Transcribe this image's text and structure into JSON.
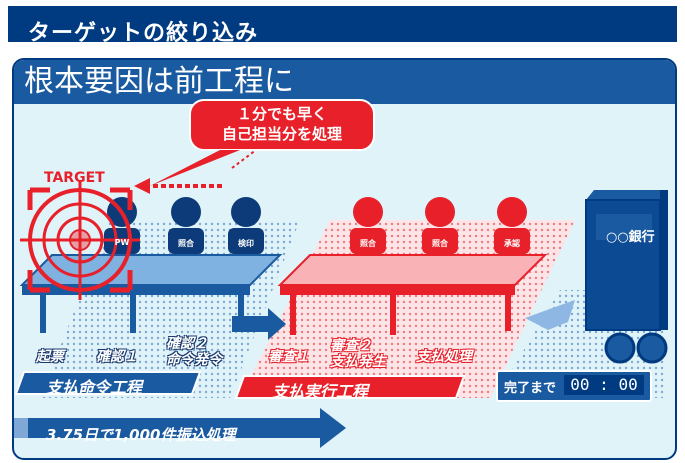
{
  "header": {
    "title": "ターゲットの絞り込み"
  },
  "panel": {
    "title": "根本要因は前工程に"
  },
  "callout": {
    "line1": "１分でも早く",
    "line2": "自己担当分を処理"
  },
  "target": {
    "label": "TARGET"
  },
  "blue_process": {
    "people": [
      {
        "label": "PW"
      },
      {
        "label": "照合"
      },
      {
        "label": "検印"
      }
    ],
    "steps": [
      {
        "label": "起票"
      },
      {
        "label": "確認１"
      },
      {
        "label": "確認２\n命令発令"
      }
    ],
    "name": "支払命令工程"
  },
  "red_process": {
    "people": [
      {
        "label": "照合"
      },
      {
        "label": "照合"
      },
      {
        "label": "承認"
      }
    ],
    "steps": [
      {
        "label": "審査１"
      },
      {
        "label": "審査２\n支払発生"
      },
      {
        "label": "支払処理"
      }
    ],
    "name": "支払実行工程"
  },
  "bank": {
    "label": "○○銀行"
  },
  "timer": {
    "label": "完了まで",
    "value": "00 : 00"
  },
  "summary": {
    "text": "3.75日で1,000件振込処理"
  },
  "colors": {
    "navy": "#003a80",
    "blue": "#1a5aa0",
    "red": "#e8202a",
    "panel_bg": "#dff3f8"
  }
}
